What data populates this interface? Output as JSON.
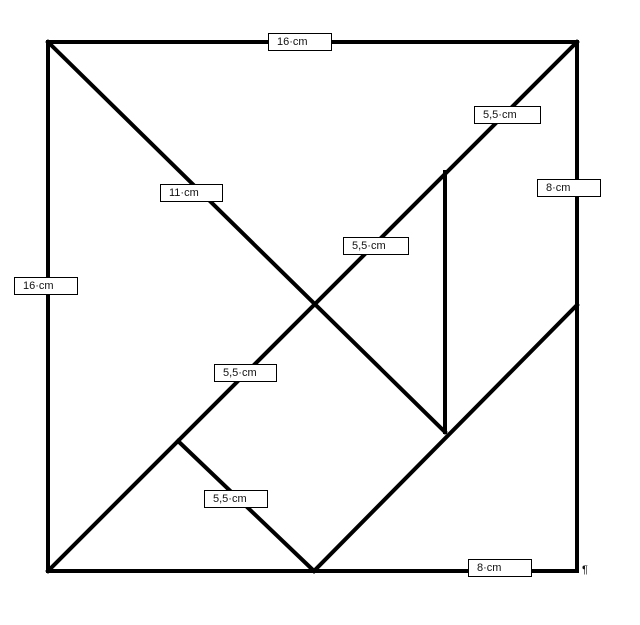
{
  "diagram": {
    "labels": {
      "top_side": "16·cm",
      "upper_right_diagonal": "5,5·cm",
      "right_upper": "8·cm",
      "main_diagonal": "11·cm",
      "center_diagonal": "5,5·cm",
      "left_side": "16·cm",
      "lower_diagonal": "5,5·cm",
      "small_triangle_edge": "5,5·cm",
      "bottom_right": "8·cm"
    },
    "paragraph_mark": "¶",
    "line_color": "#000000"
  }
}
